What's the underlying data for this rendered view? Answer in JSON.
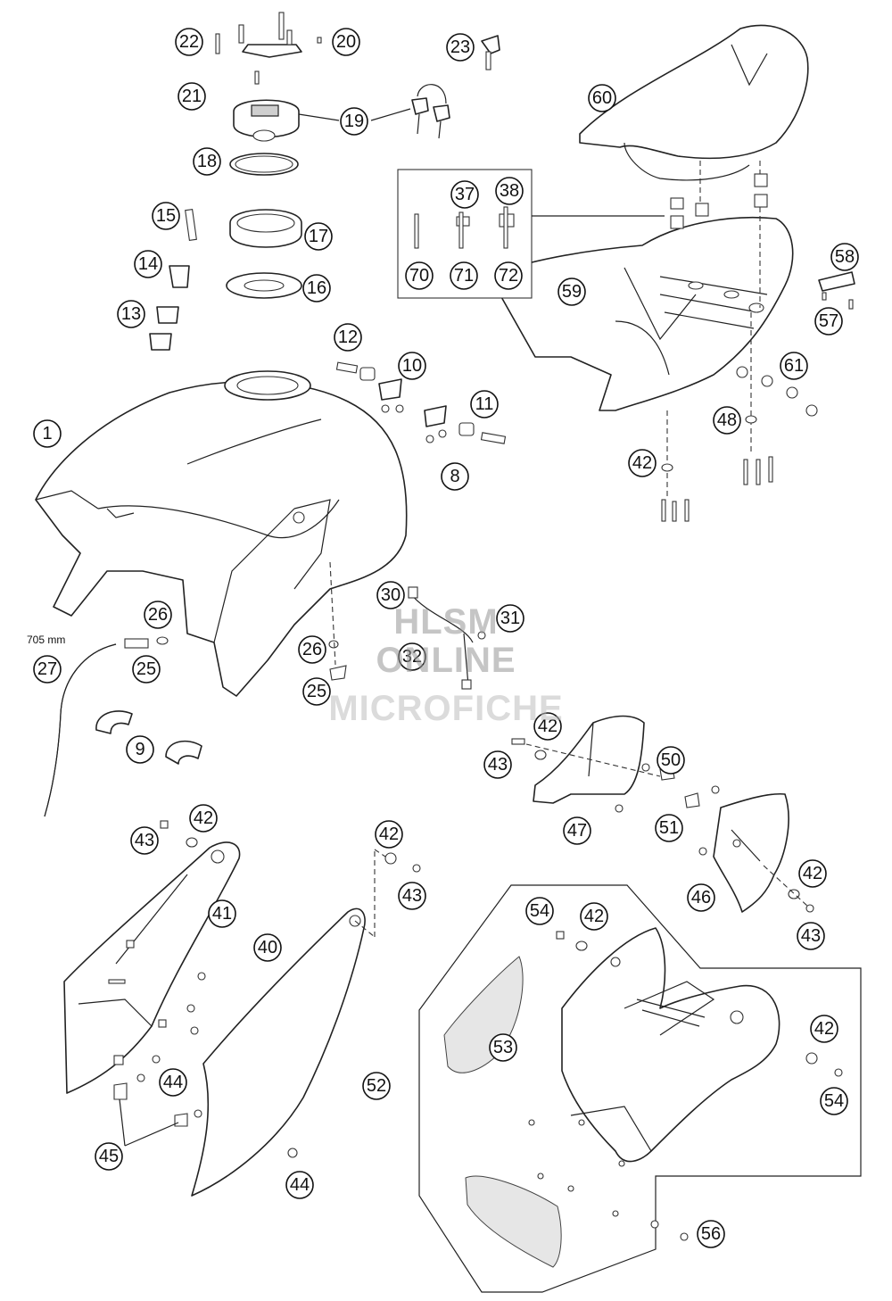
{
  "hose_length_label": "705 mm",
  "watermark": {
    "line1": "HLSM",
    "line2": "ONLINE",
    "line3": "MICROFICHE"
  },
  "callouts": [
    "1",
    "8",
    "9",
    "10",
    "11",
    "12",
    "13",
    "14",
    "15",
    "16",
    "17",
    "18",
    "19",
    "20",
    "21",
    "22",
    "23",
    "25",
    "26",
    "27",
    "30",
    "31",
    "32",
    "37",
    "38",
    "40",
    "41",
    "42",
    "43",
    "44",
    "45",
    "46",
    "47",
    "48",
    "50",
    "51",
    "52",
    "53",
    "54",
    "56",
    "57",
    "58",
    "59",
    "60",
    "61",
    "70",
    "71",
    "72"
  ],
  "colors": {
    "stroke": "#222222",
    "background": "#ffffff",
    "mesh": "#e6e6e6"
  }
}
